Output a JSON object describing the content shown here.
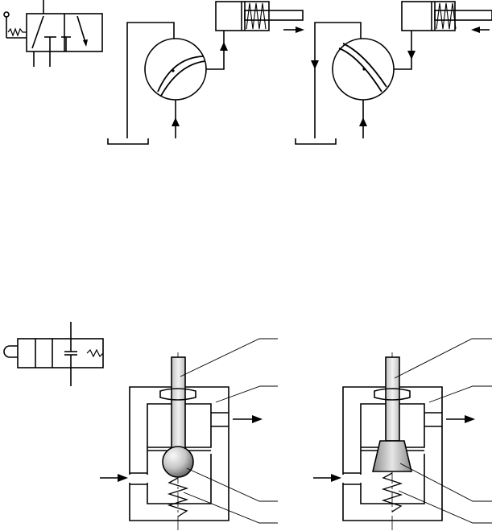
{
  "colors": {
    "stroke": "#000000",
    "background": "#ffffff",
    "ball_light": "#f4f4f4",
    "ball_dark": "#6e6e6e",
    "cone_fill": "#bdbdbd",
    "rod_fill": "#d9d9d9"
  },
  "figures": [
    "valve-symbol-3-2-lever",
    "rotary-valve-position-a",
    "rotary-valve-position-b",
    "valve-symbol-2-2-pushbutton",
    "ball-seat-valve-section",
    "cone-seat-valve-section"
  ]
}
